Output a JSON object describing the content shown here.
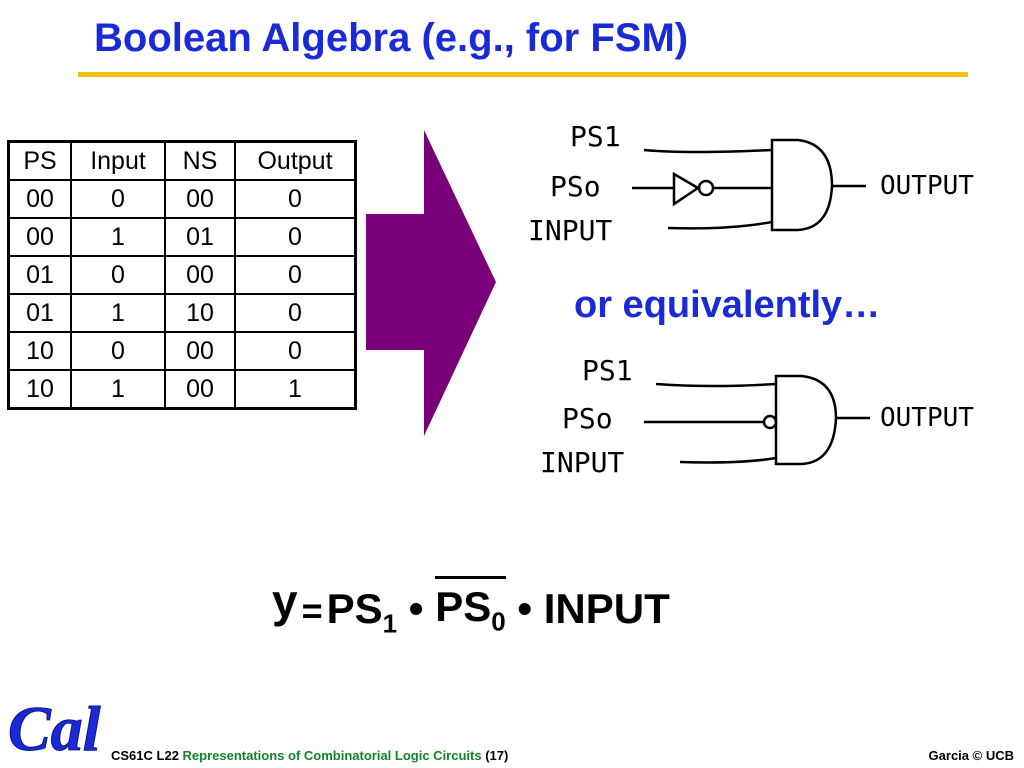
{
  "slide": {
    "title": "Boolean Algebra (e.g., for FSM)",
    "equivalently": "or equivalently…"
  },
  "truth_table": {
    "headers": [
      "PS",
      "Input",
      "NS",
      "Output"
    ],
    "rows": [
      [
        "00",
        "0",
        "00",
        "0"
      ],
      [
        "00",
        "1",
        "01",
        "0"
      ],
      [
        "01",
        "0",
        "00",
        "0"
      ],
      [
        "01",
        "1",
        "10",
        "0"
      ],
      [
        "10",
        "0",
        "00",
        "0"
      ],
      [
        "10",
        "1",
        "00",
        "1"
      ]
    ]
  },
  "circuit_top": {
    "input_ps1": "PS1",
    "input_ps0": "PSo",
    "input_in": "INPUT",
    "output": "OUTPUT"
  },
  "circuit_bottom": {
    "input_ps1": "PS1",
    "input_ps0": "PSo",
    "input_in": "INPUT",
    "output": "OUTPUT"
  },
  "equation": {
    "lhs": "y",
    "equals": "=",
    "ps": "PS",
    "sub1": "1",
    "dot": "•",
    "sub0": "0",
    "input": "INPUT"
  },
  "footer": {
    "course": "CS61C L22",
    "course_title": "Representations of Combinatorial Logic Circuits",
    "page": "(17)",
    "credit": "Garcia © UCB",
    "logo_text": "Cal"
  },
  "colors": {
    "title": "#1a2ad6",
    "rule": "#f2c21b",
    "arrow": "#7a007a",
    "footer_title": "#11842a",
    "logo": "#1a2ad6"
  }
}
